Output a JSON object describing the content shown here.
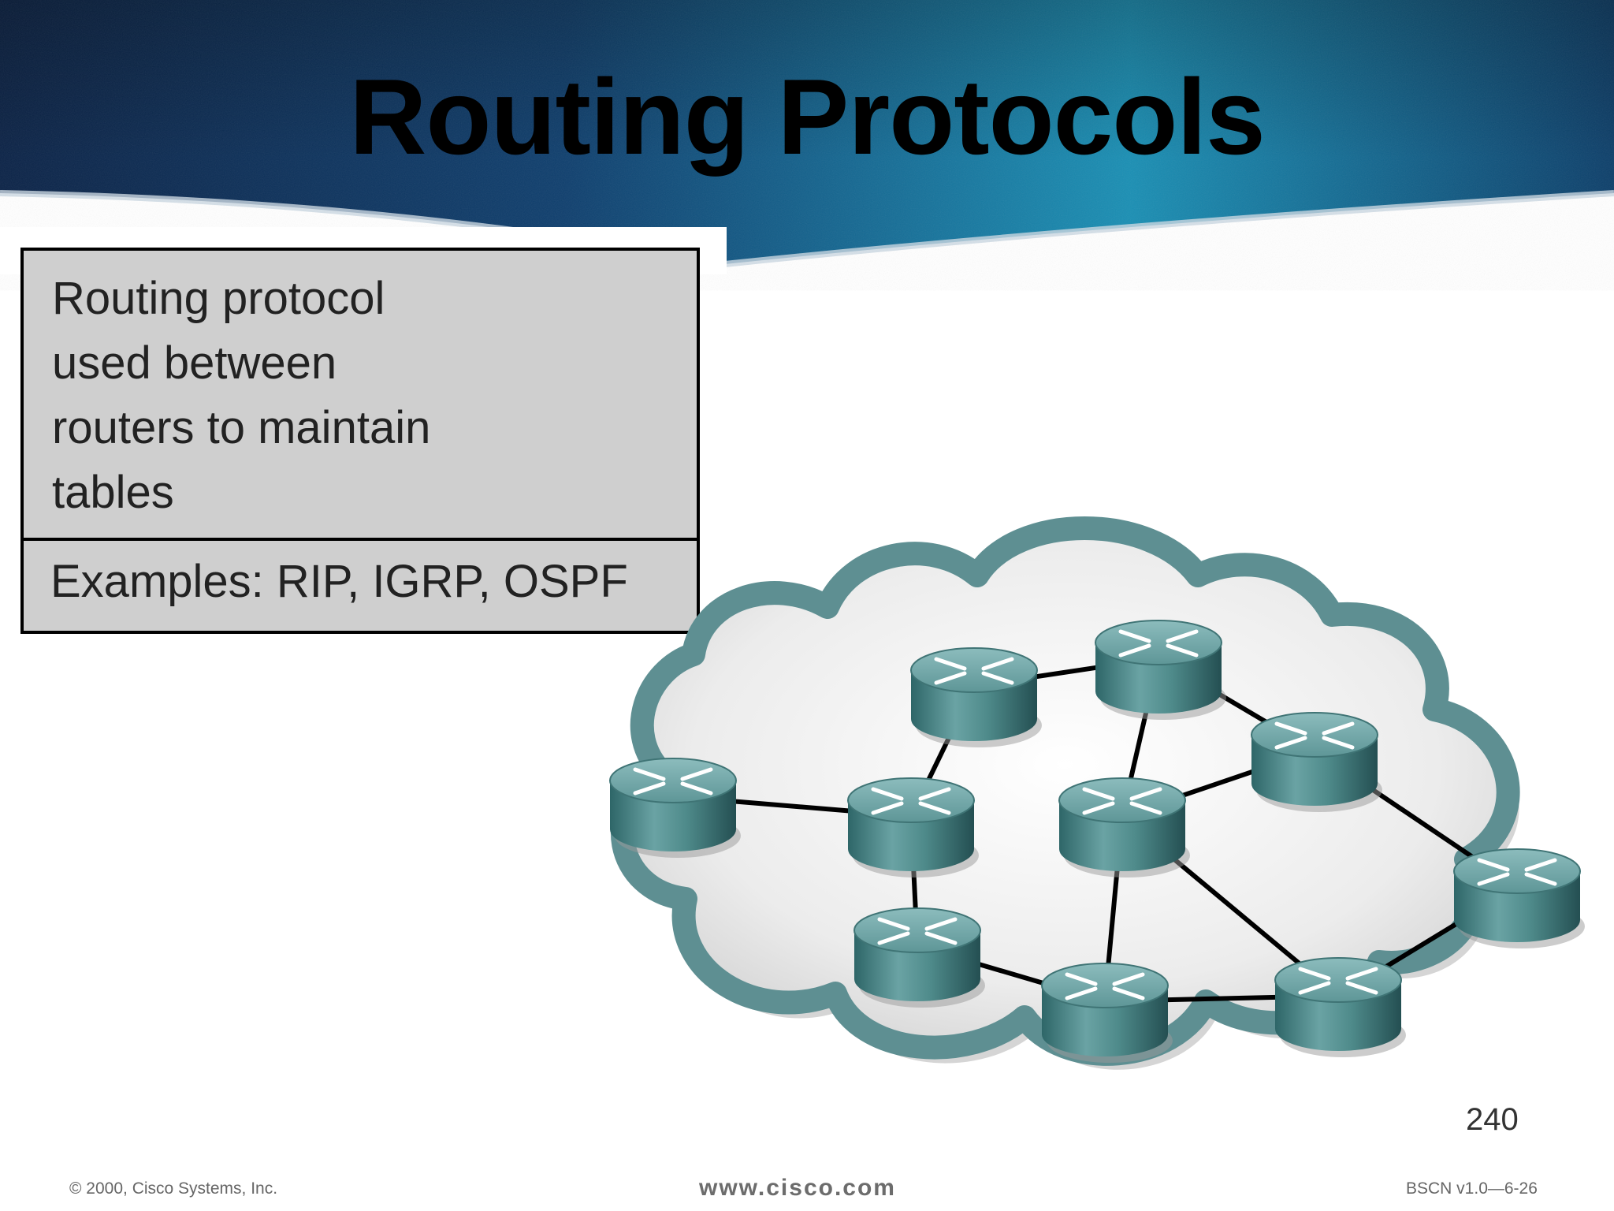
{
  "slide": {
    "title": "Routing Protocols",
    "definition_lines": [
      "Routing protocol",
      "used between",
      "routers to maintain",
      "tables"
    ],
    "examples": "Examples: RIP, IGRP, OSPF",
    "page_number": "240"
  },
  "footer": {
    "copyright": "© 2000, Cisco Systems, Inc.",
    "website": "www.cisco.com",
    "course_code": "BSCN v1.0—6-26"
  },
  "diagram": {
    "nodes": [
      "r1",
      "r2",
      "r3",
      "r4",
      "r5",
      "r6",
      "r7",
      "r8",
      "r9",
      "r10",
      "r11"
    ],
    "links": [
      [
        "r1",
        "r4"
      ],
      [
        "r2",
        "r3"
      ],
      [
        "r2",
        "r4"
      ],
      [
        "r3",
        "r5"
      ],
      [
        "r3",
        "r6"
      ],
      [
        "r5",
        "r6"
      ],
      [
        "r4",
        "r7"
      ],
      [
        "r7",
        "r8"
      ],
      [
        "r5",
        "r8"
      ],
      [
        "r5",
        "r9"
      ],
      [
        "r8",
        "r9"
      ],
      [
        "r6",
        "r10"
      ],
      [
        "r9",
        "r10"
      ]
    ]
  },
  "colors": {
    "header_dark": "#0c2a52",
    "header_light": "#1a8fb4",
    "box_fill": "#cfcfcf",
    "router": "#4f8b8b",
    "cloud_outline": "#5e8f92"
  }
}
